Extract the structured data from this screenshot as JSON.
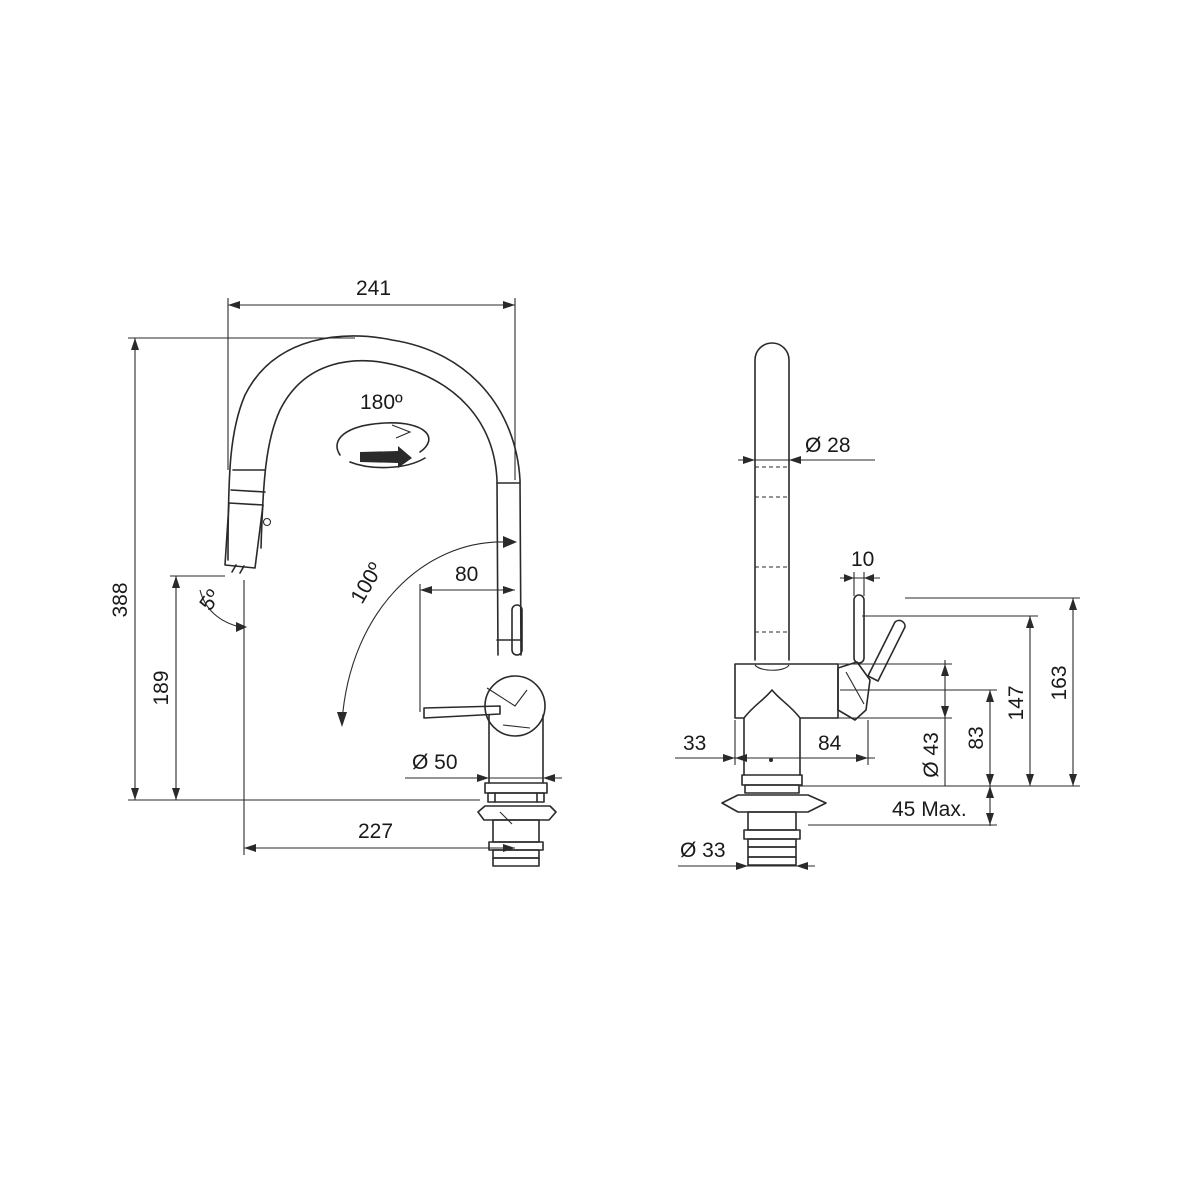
{
  "colors": {
    "line": "#2a2a2a",
    "text": "#1a1a1a",
    "background": "#ffffff"
  },
  "front_view": {
    "dim_width_top": "241",
    "dim_height_total": "388",
    "dim_height_spout": "189",
    "dim_reach": "227",
    "dim_lever_reach": "80",
    "dim_base_diameter": "Ø 50",
    "angle_rotation": "180º",
    "angle_lever": "100º",
    "angle_spray": "5º"
  },
  "side_view": {
    "dim_spout_diameter": "Ø 28",
    "dim_lever_width": "10",
    "dim_height_163": "163",
    "dim_height_147": "147",
    "dim_height_83": "83",
    "dim_body_diameter": "Ø 43",
    "dim_offset_33": "33",
    "dim_length_84": "84",
    "dim_worktop_max": "45 Max.",
    "dim_shank_diameter": "Ø 33"
  }
}
